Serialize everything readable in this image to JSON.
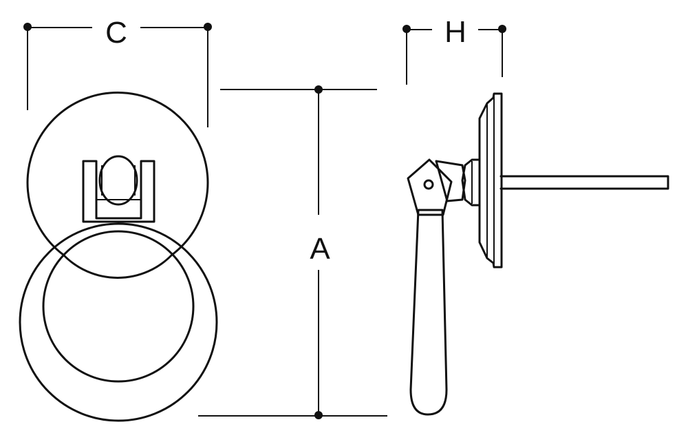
{
  "dimensions": {
    "width_label": "C",
    "depth_label": "H",
    "height_label": "A"
  },
  "colors": {
    "line": "#111111",
    "background": "#ffffff"
  }
}
